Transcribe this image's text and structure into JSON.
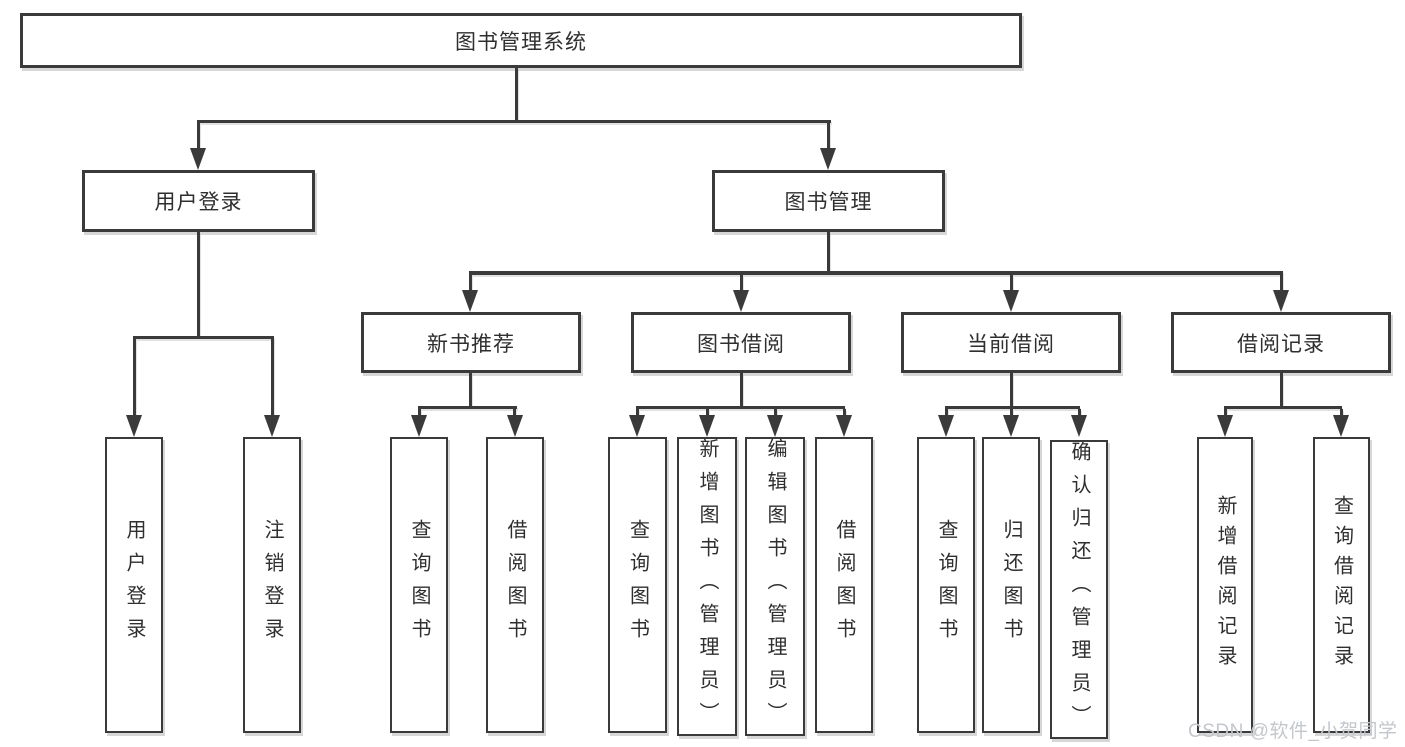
{
  "diagram": {
    "title_node": "functional structure tree",
    "root": {
      "label": "图书管理系统"
    },
    "user_login": {
      "label": "用户登录",
      "children": [
        {
          "label": "用户登录"
        },
        {
          "label": "注销登录"
        }
      ]
    },
    "book_mgmt": {
      "label": "图书管理",
      "children": [
        {
          "label": "新书推荐",
          "children": [
            {
              "label": "查询图书"
            },
            {
              "label": "借阅图书"
            }
          ]
        },
        {
          "label": "图书借阅",
          "children": [
            {
              "label": "查询图书"
            },
            {
              "label": "新增图书（管理员）"
            },
            {
              "label": "编辑图书（管理员）"
            },
            {
              "label": "借阅图书"
            }
          ]
        },
        {
          "label": "当前借阅",
          "children": [
            {
              "label": "查询图书"
            },
            {
              "label": "归还图书"
            },
            {
              "label": "确认归还（管理员）"
            }
          ]
        },
        {
          "label": "借阅记录",
          "children": [
            {
              "label": "新增借阅记录"
            },
            {
              "label": "查询借阅记录"
            }
          ]
        }
      ]
    }
  },
  "watermark": {
    "text": "CSDN @软件_小贺同学",
    "color": "#c3c7cc"
  },
  "colors": {
    "line": "#3a3a3a",
    "text": "#2f2f2f",
    "background": "#ffffff"
  }
}
